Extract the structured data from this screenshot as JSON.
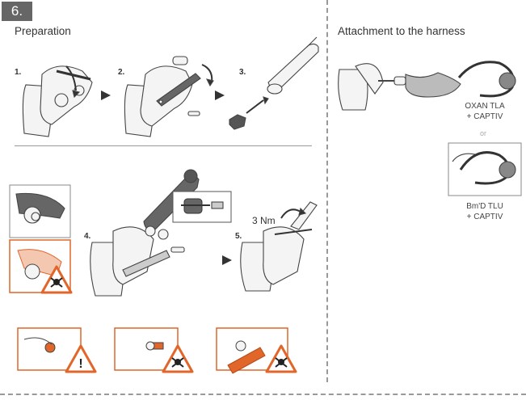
{
  "page": {
    "step_number": "6.",
    "sections": {
      "preparation": {
        "title": "Preparation"
      },
      "attachment": {
        "title": "Attachment to the harness"
      }
    },
    "steps": [
      "1.",
      "2.",
      "3.",
      "4.",
      "5."
    ],
    "torque_label": "3 Nm",
    "options": [
      {
        "line1": "OXAN TLA",
        "line2": "+ CAPTIV"
      },
      {
        "line1": "Bm'D TLU",
        "line2": "+ CAPTIV"
      }
    ],
    "or_label": "or",
    "colors": {
      "accent": "#e0662a",
      "warning_border": "#e0662a",
      "badge_bg": "#666666",
      "part_dark": "#555555",
      "line": "#444444"
    },
    "icons": [
      "arrow-right-icon",
      "rotate-arrow-icon",
      "warning-triangle-icon",
      "skull-crossbones-icon",
      "exclamation-icon"
    ]
  }
}
